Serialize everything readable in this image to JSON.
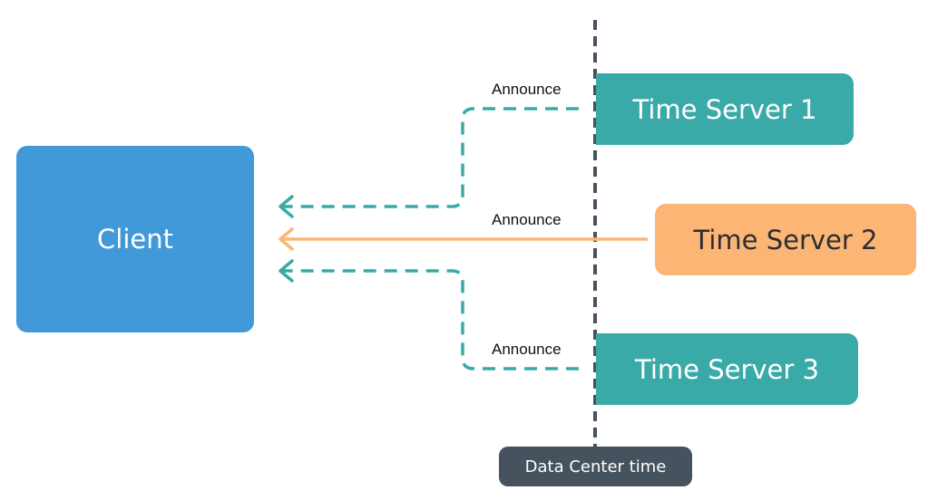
{
  "nodes": {
    "client": "Client",
    "time_server_1": "Time Server 1",
    "time_server_2": "Time Server 2",
    "time_server_3": "Time Server 3"
  },
  "edges": [
    {
      "from": "time_server_1",
      "to": "client",
      "label": "Announce",
      "style": "dashed"
    },
    {
      "from": "time_server_2",
      "to": "client",
      "label": "Announce",
      "style": "solid"
    },
    {
      "from": "time_server_3",
      "to": "client",
      "label": "Announce",
      "style": "dashed"
    }
  ],
  "timeline": {
    "label": "Data Center time"
  },
  "colors": {
    "client": "#4299d9",
    "teal": "#3aaaa8",
    "orange": "#fbb676",
    "timeline": "#46525e"
  }
}
